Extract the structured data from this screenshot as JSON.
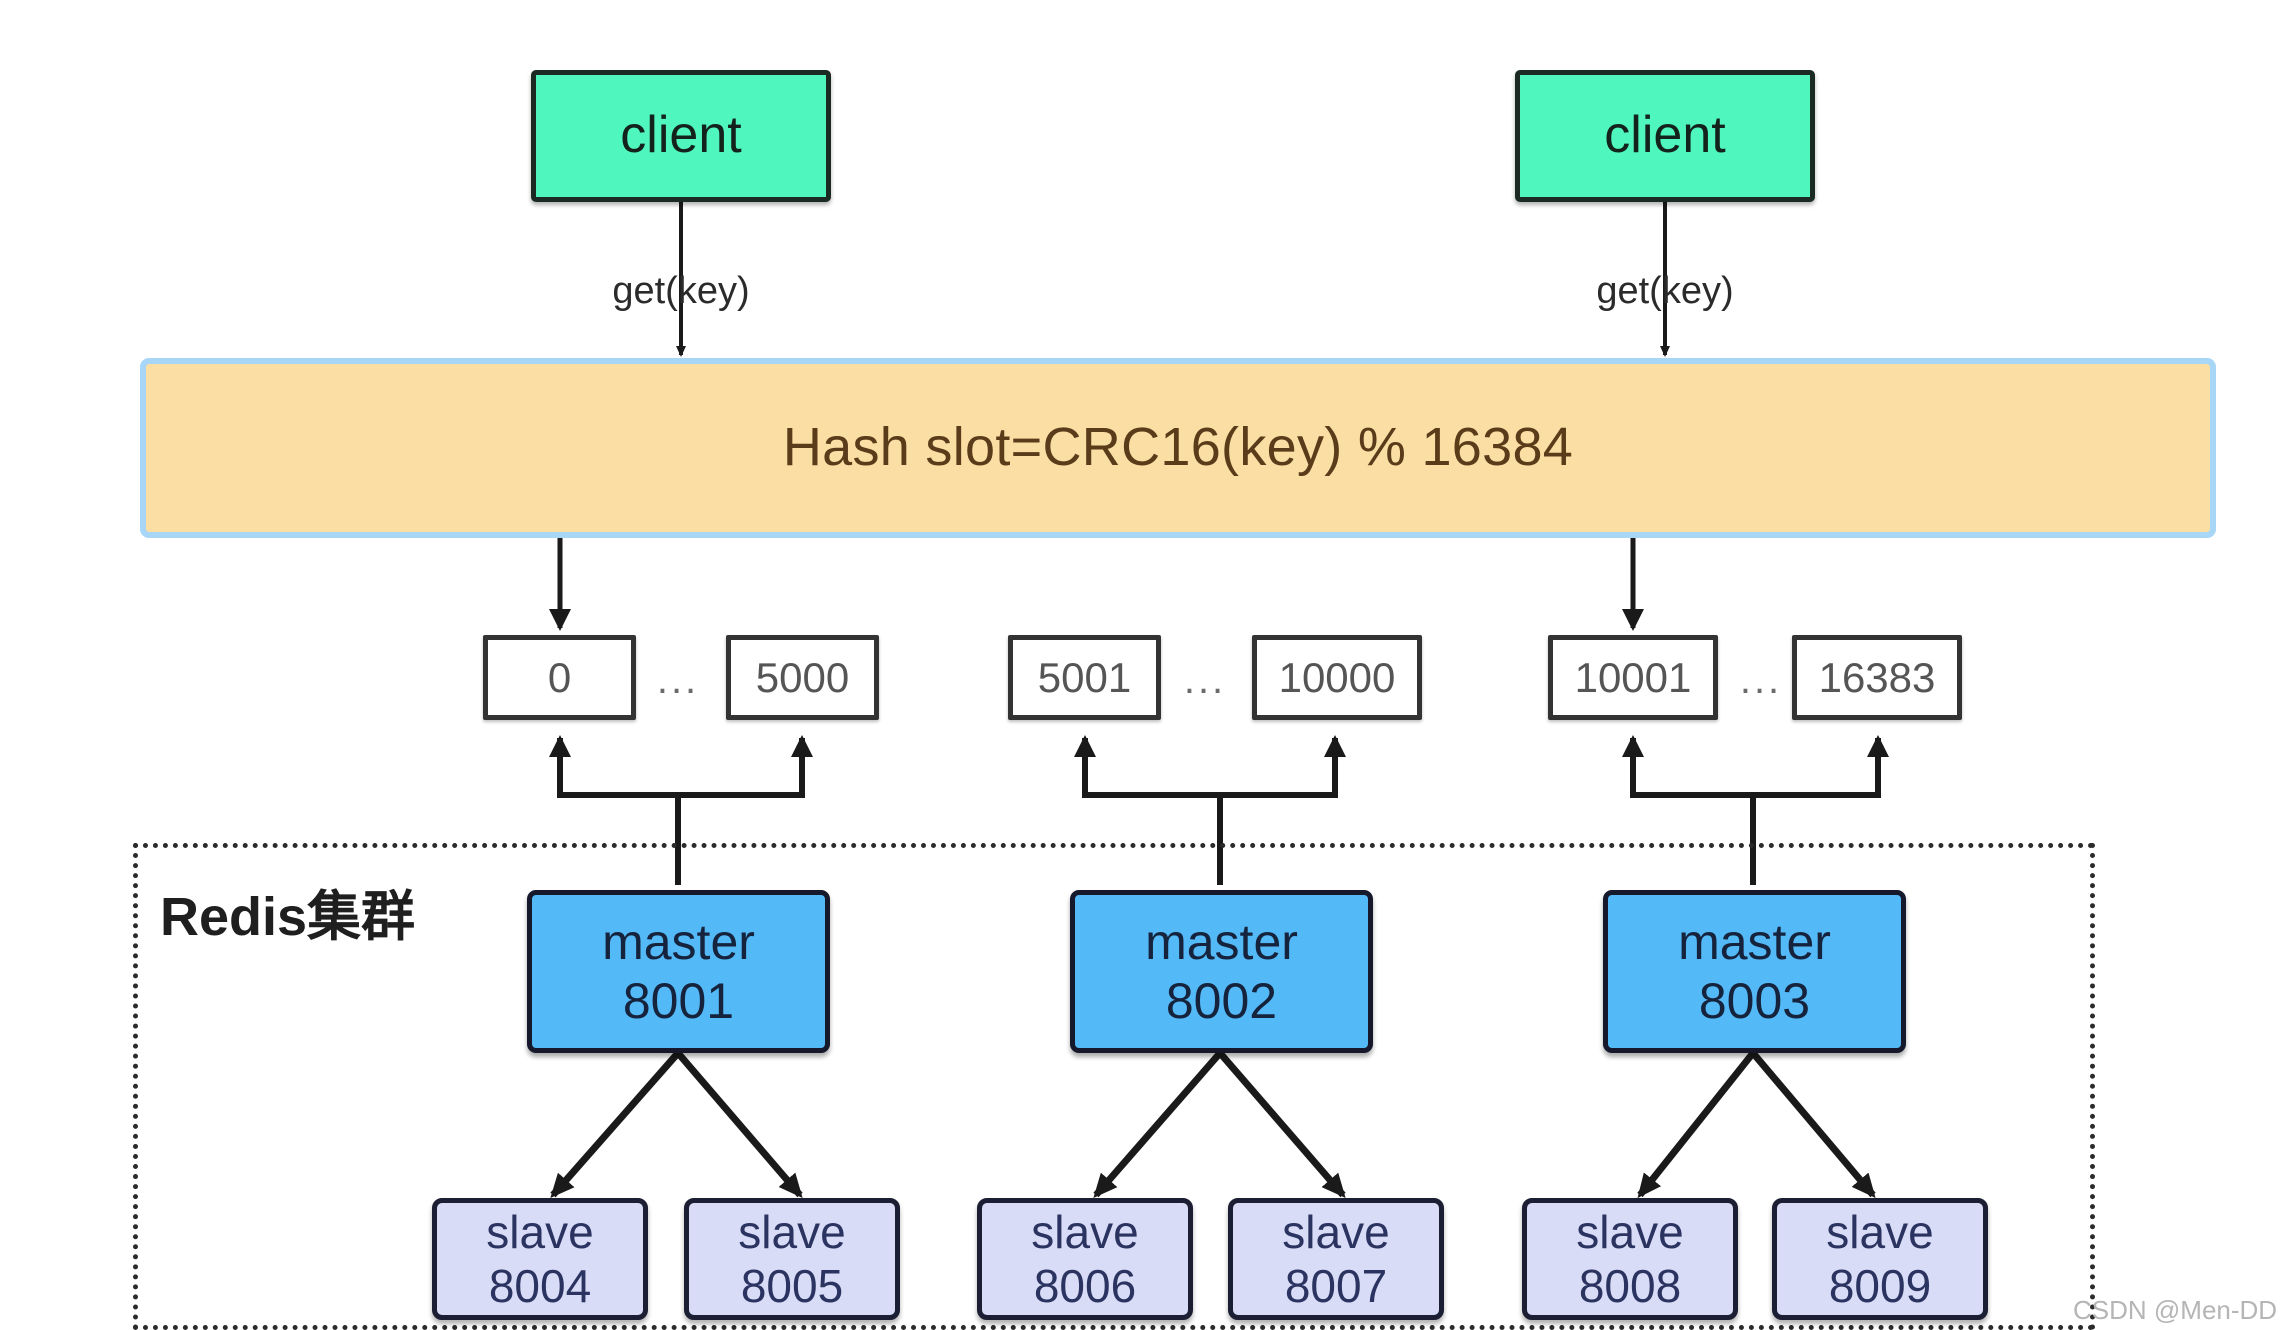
{
  "diagram": {
    "title": "Redis Cluster Hash Slot Routing",
    "watermark": "CSDN @Men-DD",
    "colors": {
      "client_fill": "#4FF7BF",
      "hash_bar_fill": "#FBDEA4",
      "hash_bar_border": "#A7D6F7",
      "slot_fill": "#FFFFFF",
      "slot_border": "#333333",
      "master_fill": "#54B9F7",
      "slave_fill": "#D9DCF7",
      "stroke": "#1a1a1a",
      "watermark_color": "#B5B5B5"
    }
  },
  "clients": [
    {
      "label": "client",
      "edge_label": "get(key)"
    },
    {
      "label": "client",
      "edge_label": "get(key)"
    }
  ],
  "hash_bar": {
    "label": "Hash slot=CRC16(key) % 16384"
  },
  "slot_groups": [
    {
      "start": "0",
      "ellipsis": "...",
      "end": "5000"
    },
    {
      "start": "5001",
      "ellipsis": "...",
      "end": "10000"
    },
    {
      "start": "10001",
      "ellipsis": "...",
      "end": "16383"
    }
  ],
  "cluster": {
    "label": "Redis集群",
    "masters": [
      {
        "role": "master",
        "port": "8001",
        "slaves": [
          {
            "role": "slave",
            "port": "8004"
          },
          {
            "role": "slave",
            "port": "8005"
          }
        ]
      },
      {
        "role": "master",
        "port": "8002",
        "slaves": [
          {
            "role": "slave",
            "port": "8006"
          },
          {
            "role": "slave",
            "port": "8007"
          }
        ]
      },
      {
        "role": "master",
        "port": "8003",
        "slaves": [
          {
            "role": "slave",
            "port": "8008"
          },
          {
            "role": "slave",
            "port": "8009"
          }
        ]
      }
    ]
  }
}
